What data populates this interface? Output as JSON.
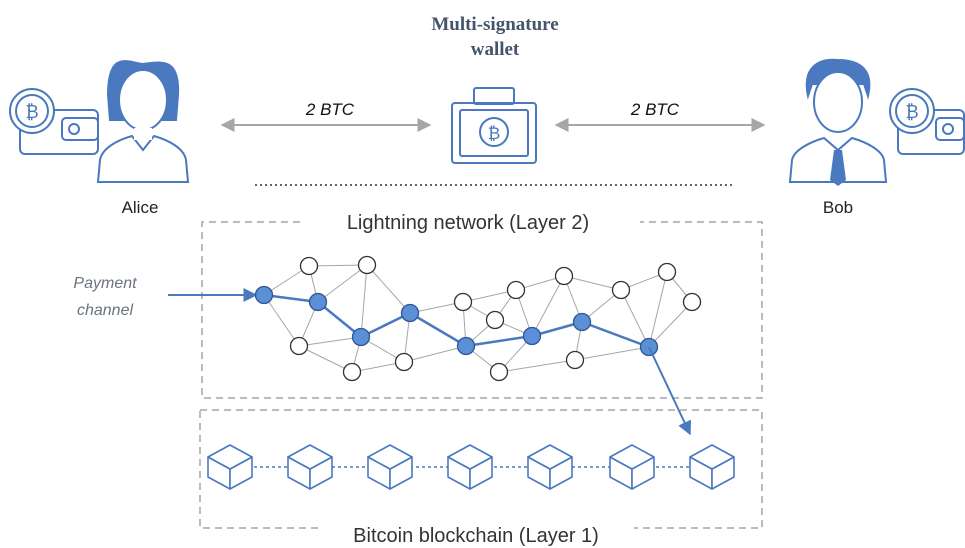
{
  "wallet_label": [
    "Multi-signature",
    "wallet"
  ],
  "alice_label": "Alice",
  "bob_label": "Bob",
  "left_amount": "2 BTC",
  "right_amount": "2 BTC",
  "layer2_label": "Lightning network (Layer 2)",
  "layer1_label": "Bitcoin blockchain (Layer 1)",
  "payment_channel_label": [
    "Payment",
    "channel"
  ],
  "colors": {
    "accent": "#4a79bf",
    "accent_fill": "#5b8fd6",
    "outline": "#555555",
    "arrow_gray": "#a6a6a6",
    "dash_gray": "#a6a6a6"
  }
}
